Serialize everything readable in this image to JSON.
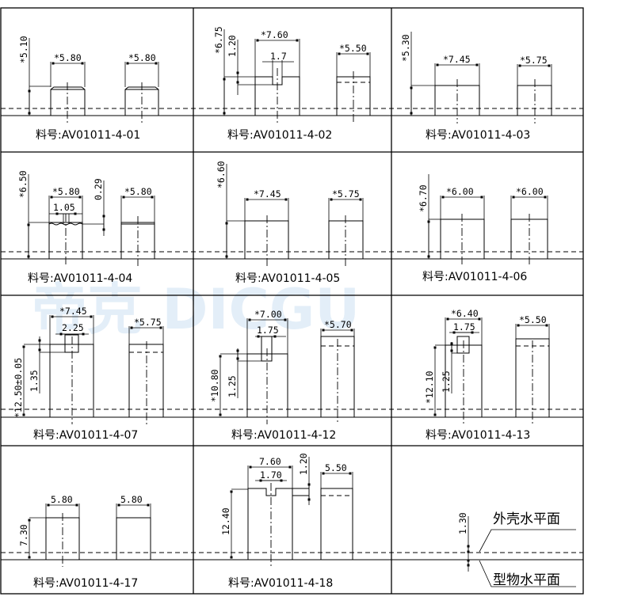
{
  "watermark": "帝克 DICGU",
  "cells": [
    {
      "label": "料号:AV01011-4-01",
      "height": "*5.10",
      "width_a": "*5.80",
      "width_b": "*5.80"
    },
    {
      "label": "料号:AV01011-4-02",
      "height": "*6.75",
      "step": "1.20",
      "width_a": "*7.60",
      "slot": "1.7",
      "width_b": "*5.50"
    },
    {
      "label": "料号:AV01011-4-03",
      "height": "*5.30",
      "width_a": "*7.45",
      "width_b": "*5.75"
    },
    {
      "label": "料号:AV01011-4-04",
      "height": "*6.50",
      "step": "0.29",
      "width_a": "*5.80",
      "slot": "1.05",
      "width_b": "*5.80"
    },
    {
      "label": "料号:AV01011-4-05",
      "height": "*6.60",
      "width_a": "*7.45",
      "width_b": "*5.75"
    },
    {
      "label": "料号:AV01011-4-06",
      "height": "*6.70",
      "width_a": "*6.00",
      "width_b": "*6.00"
    },
    {
      "label": "料号:AV01011-4-07",
      "height": "*12.50±0.05",
      "step": "1.35",
      "width_a": "*7.45",
      "slot": "2.25",
      "width_b": "*5.75"
    },
    {
      "label": "料号:AV01011-4-12",
      "height": "*10.80",
      "step": "1.25",
      "width_a": "*7.00",
      "slot": "1.75",
      "width_b": "*5.70"
    },
    {
      "label": "料号:AV01011-4-13",
      "height": "*12.10",
      "step": "1.25",
      "width_a": "*6.40",
      "slot": "1.75",
      "width_b": "*5.50"
    },
    {
      "label": "料号:AV01011-4-17",
      "height": "7.30",
      "width_a": "5.80",
      "width_b": "5.80"
    },
    {
      "label": "料号:AV01011-4-18",
      "height": "12.40",
      "step": "1.20",
      "width_a": "7.60",
      "slot": "1.70",
      "width_b": "5.50"
    }
  ],
  "legend": {
    "offset": "1.30",
    "shell_plane": "外壳水平面",
    "part_plane": "型物水平面"
  }
}
